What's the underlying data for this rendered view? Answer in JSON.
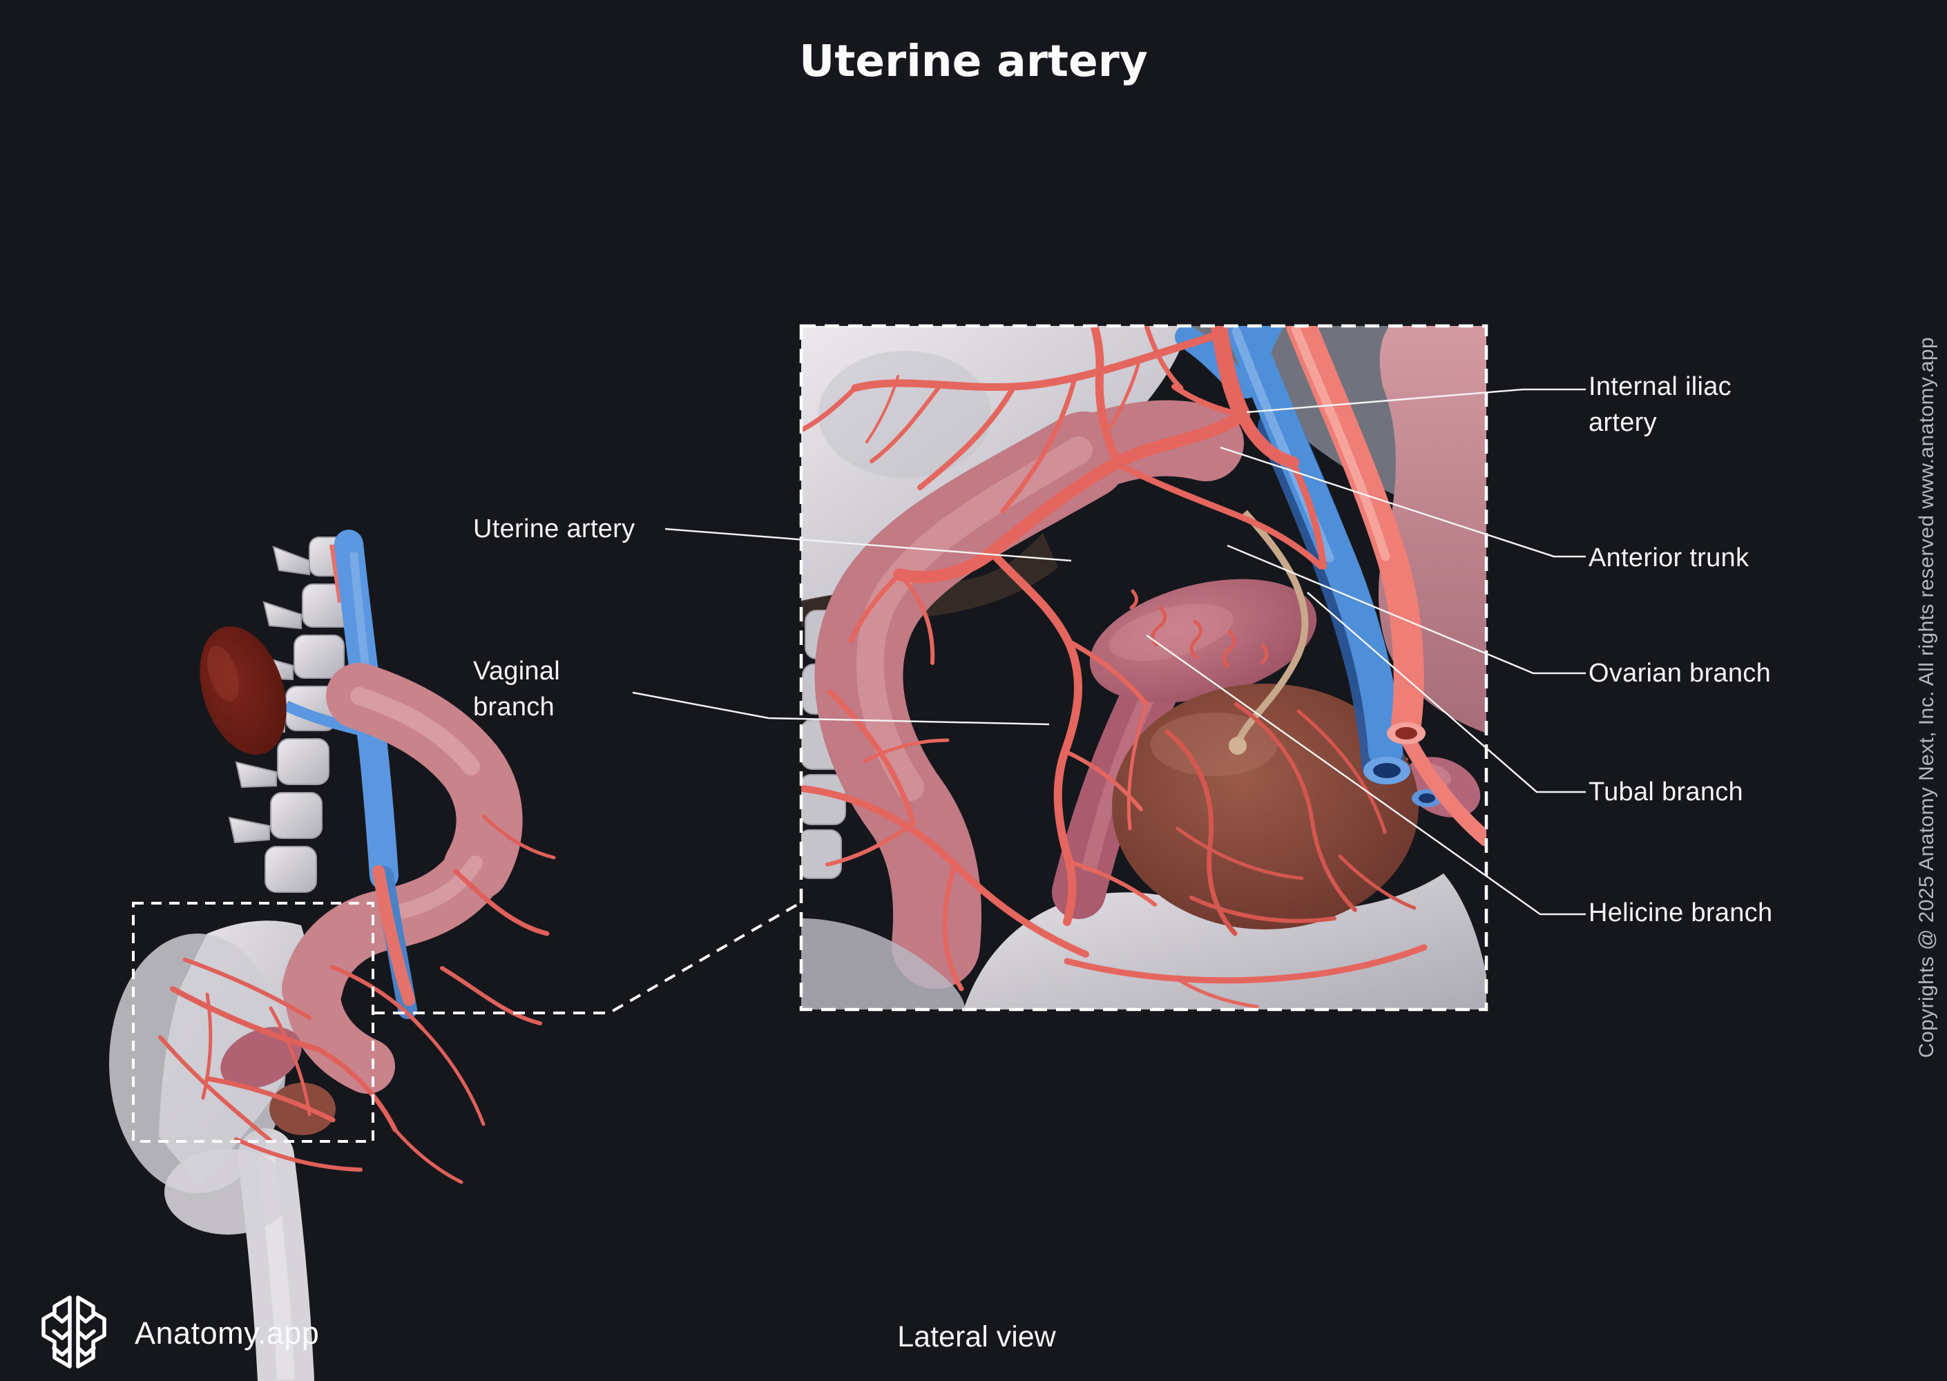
{
  "title": "Uterine artery",
  "caption": "Lateral view",
  "brand": {
    "name": "Anatomy.app",
    "logo_icon": "brain-hex-icon"
  },
  "copyright": "Copyrights @ 2025 Anatomy Next, Inc. All rights reserved www.anatomy.app",
  "labels": {
    "left": [
      {
        "id": "uterine-artery",
        "text": "Uterine artery"
      },
      {
        "id": "vaginal-branch",
        "text": "Vaginal branch"
      }
    ],
    "right": [
      {
        "id": "internal-iliac-artery",
        "text": "Internal iliac artery"
      },
      {
        "id": "anterior-trunk",
        "text": "Anterior trunk"
      },
      {
        "id": "ovarian-branch",
        "text": "Ovarian branch"
      },
      {
        "id": "tubal-branch",
        "text": "Tubal branch"
      },
      {
        "id": "helicine-branch",
        "text": "Helicine branch"
      }
    ]
  },
  "figure": {
    "overview": "lateral pelvis model with spine, kidney, vena cava, colon and pelvic arteries",
    "detail": "zoomed pelvic region showing internal iliac artery branches around uterus",
    "frame_style": "white dashed"
  },
  "colors": {
    "background": "#15171c",
    "artery_coral": "#e5665e",
    "artery_highlight": "#f5a09a",
    "vein_blue": "#4f8ed9",
    "vein_dark": "#2c5aa0",
    "bone_light": "#dcdade",
    "tissue_pink": "#c88e96",
    "uterus_mauve": "#a85a6b",
    "rectum_maroon": "#7c4034",
    "ureter_tan": "#c8a88a",
    "frame_white": "#ffffff",
    "leader_white": "#f2f2f2",
    "copyright_gray": "#b4b7bd"
  }
}
